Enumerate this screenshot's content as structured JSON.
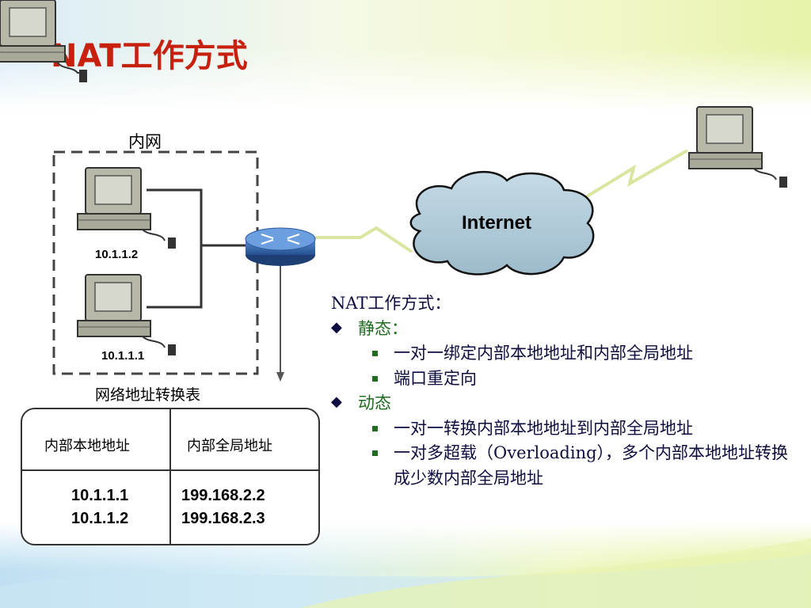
{
  "slide": {
    "title": "NAT工作方式"
  },
  "diagram": {
    "intranet_label": "内网",
    "host_top_ip": "10.1.1.2",
    "host_bottom_ip": "10.1.1.1",
    "cloud_label": "Internet",
    "router_icon": "router-icon",
    "pc_icon": "desktop-computer-icon",
    "cloud_icon": "cloud-icon"
  },
  "table": {
    "caption": "网络地址转换表",
    "headers": [
      "内部本地地址",
      "内部全局地址"
    ],
    "local": [
      "10.1.1.1",
      "10.1.1.2"
    ],
    "global": [
      "199.168.2.2",
      "199.168.2.3"
    ]
  },
  "notes": {
    "heading": "NAT工作方式：",
    "static_label": "静态：",
    "static_items": [
      "一对一绑定内部本地地址和内部全局地址",
      "端口重定向"
    ],
    "dynamic_label": "动态",
    "dynamic_items": [
      "一对一转换内部本地地址到内部全局地址",
      "一对多超载（Overloading），多个内部本地地址转换成少数内部全局地址"
    ]
  },
  "colors": {
    "title": "#c8200f",
    "notes_text": "#0d0d40",
    "bullet_green": "#1f6b1f"
  }
}
